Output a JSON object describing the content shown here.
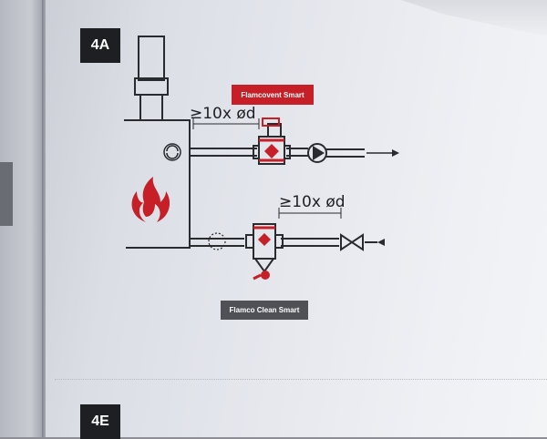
{
  "labels": {
    "section_top": "4A",
    "section_bottom": "4E",
    "flamcovent": "Flamcovent Smart",
    "flamco_clean": "Flamco Clean Smart",
    "distance_top": "≥10x ød",
    "distance_bottom": "≥10x ød"
  },
  "colors": {
    "brand_red": "#c61f27",
    "label_dark": "#1e1f22",
    "label_grey": "#4f5156",
    "line": "#2a2b2e"
  },
  "icons": {
    "flame": "flame-icon",
    "pump": "pump-icon",
    "valve": "valve-icon",
    "boiler_pump": "circulation-pump-icon"
  }
}
